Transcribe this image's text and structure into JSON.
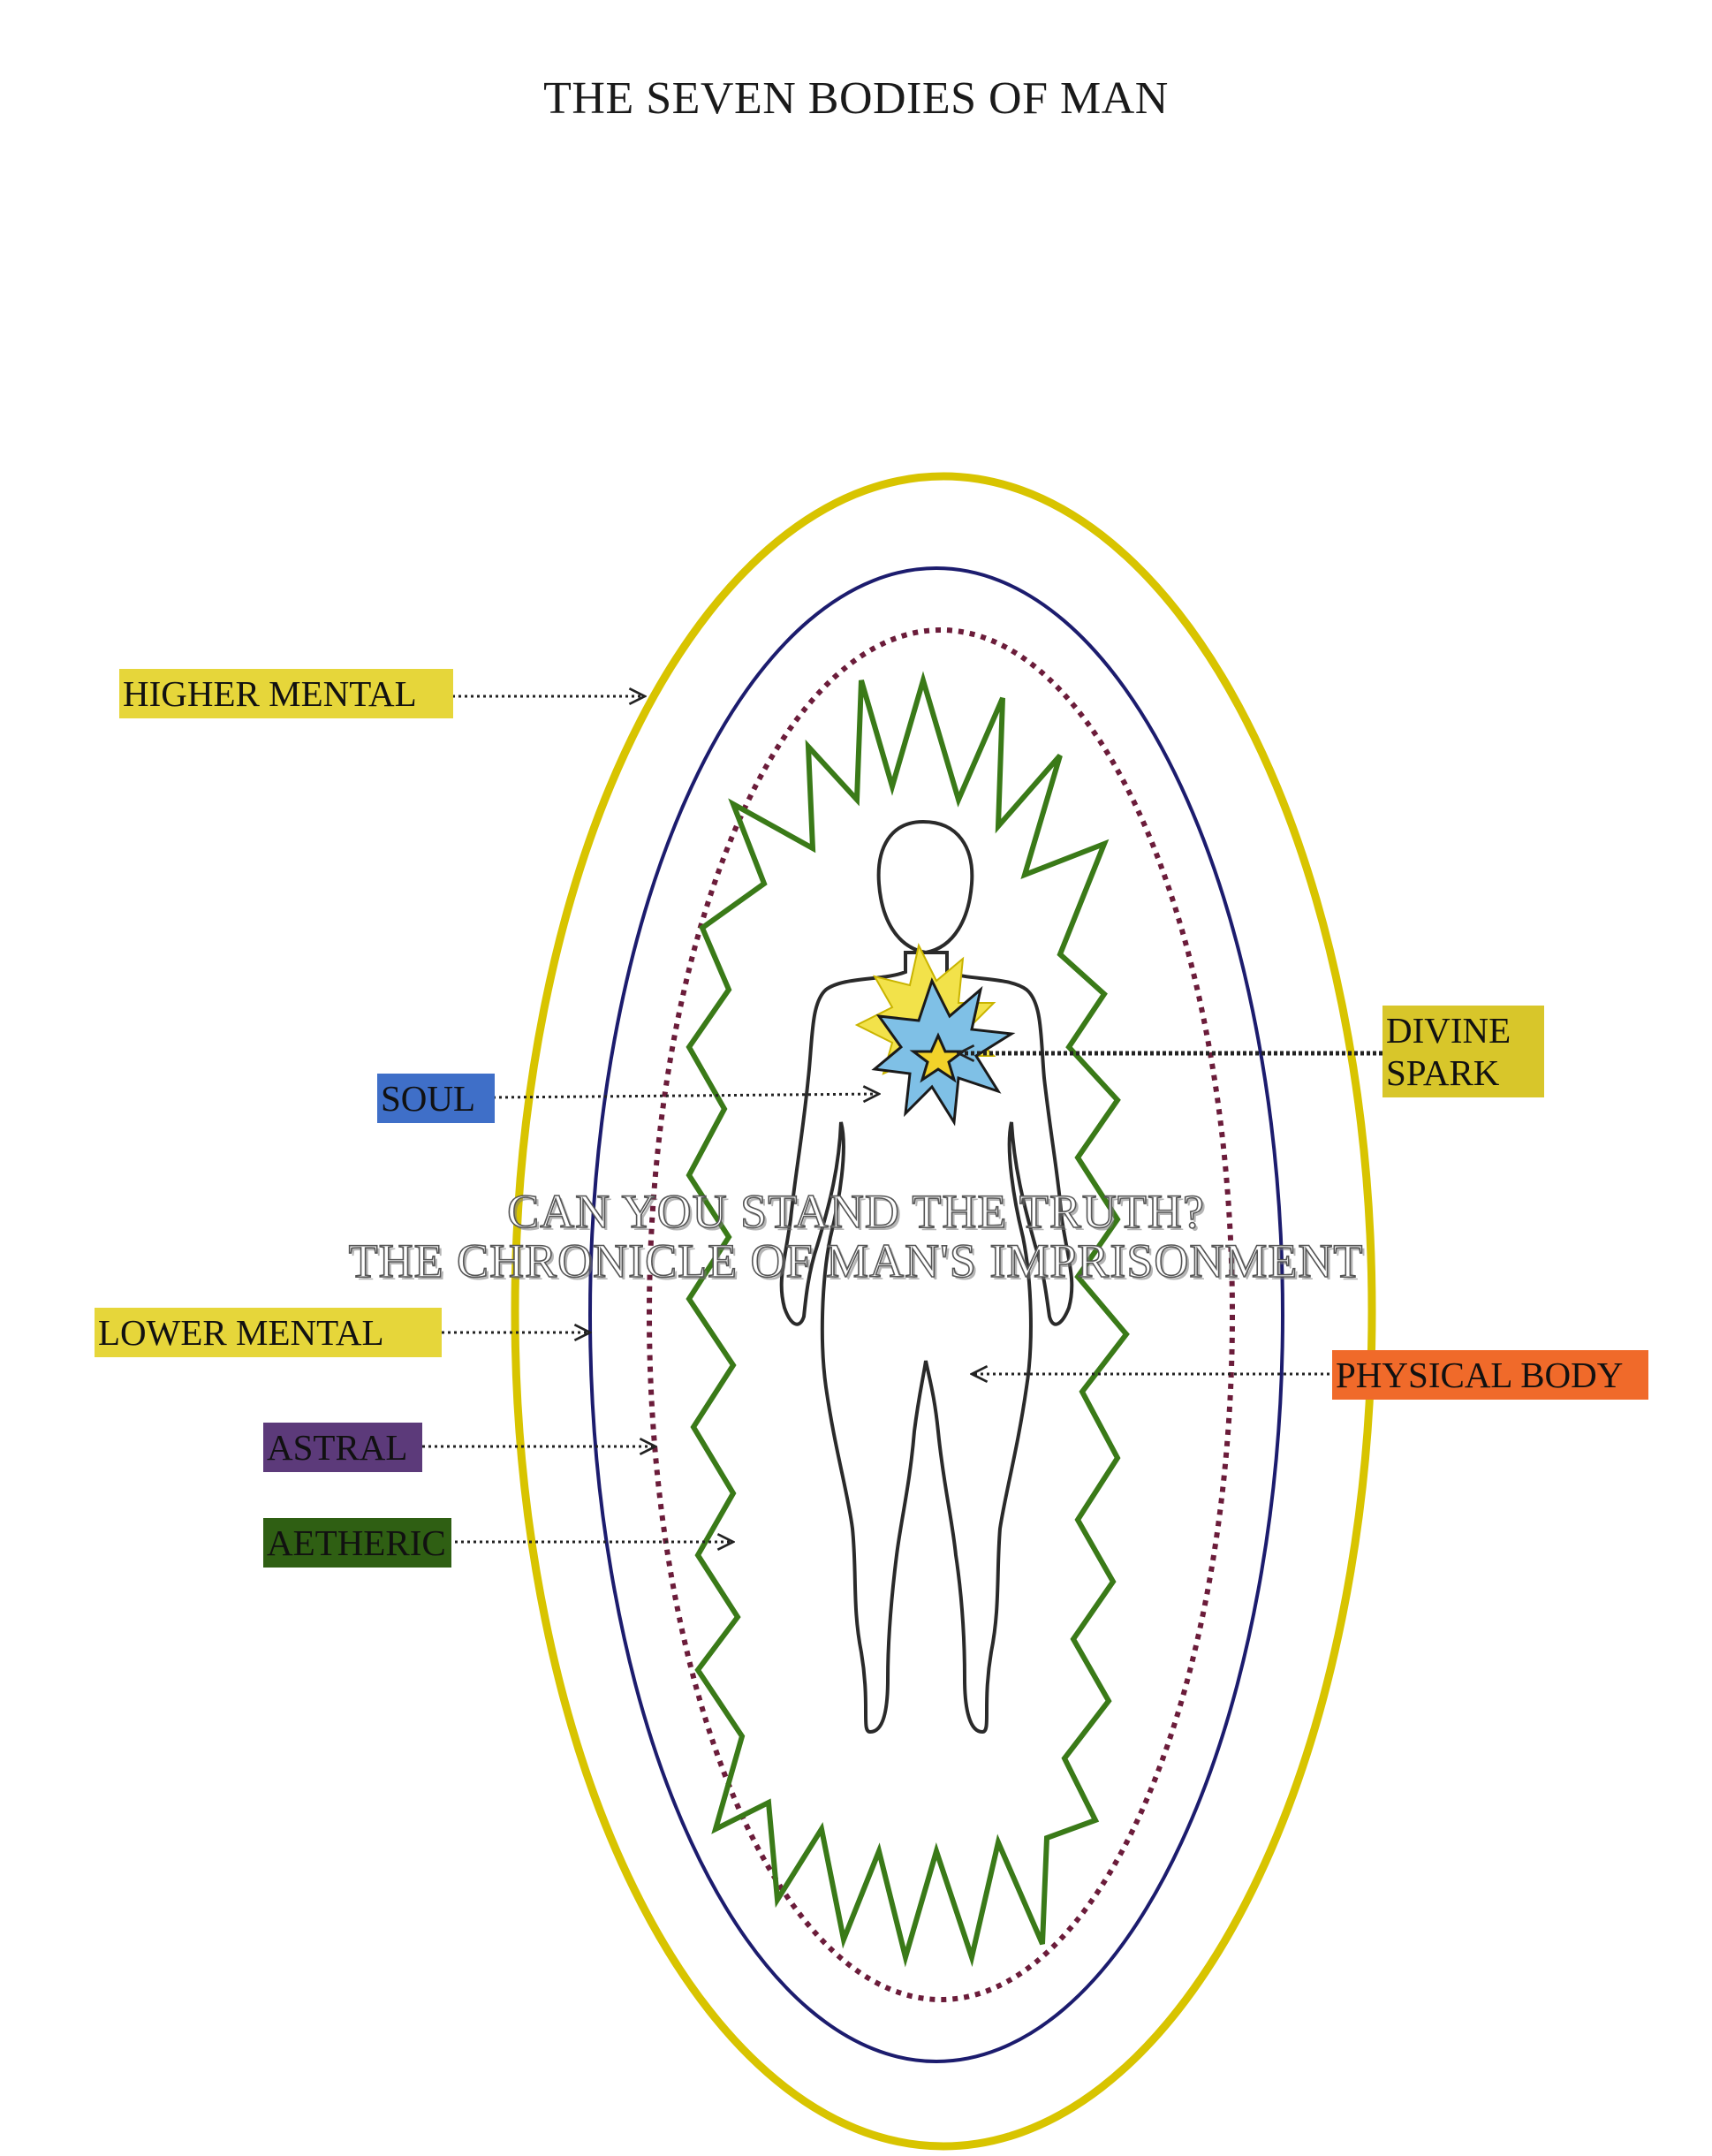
{
  "title": "THE SEVEN BODIES OF MAN",
  "colors": {
    "higher_mental": "#e6d63a",
    "lower_mental": "#e6d63a",
    "soul": "#3f6fc8",
    "divine_spark": "#d8c62a",
    "astral": "#5c3a7a",
    "aetheric": "#2f5f13",
    "physical_body": "#f06a2a",
    "outer_ellipse": "#d8c400",
    "blue_ellipse": "#1c1c6e",
    "dotted_ellipse": "#6b1c3a",
    "zigzag": "#3a7a18",
    "burst_yellow": "#f2e24a",
    "burst_blue": "#7fc0e6"
  },
  "labels": {
    "higher_mental": "HIGHER MENTAL",
    "soul": "SOUL",
    "divine_spark_line1": "DIVINE",
    "divine_spark_line2": "SPARK",
    "lower_mental": "LOWER MENTAL",
    "astral": "ASTRAL",
    "aetheric": "AETHERIC",
    "physical_body": "PHYSICAL BODY"
  },
  "watermark": {
    "line1": "CAN YOU STAND THE TRUTH?",
    "line2": "THE CHRONICLE OF MAN'S IMPRISONMENT"
  }
}
